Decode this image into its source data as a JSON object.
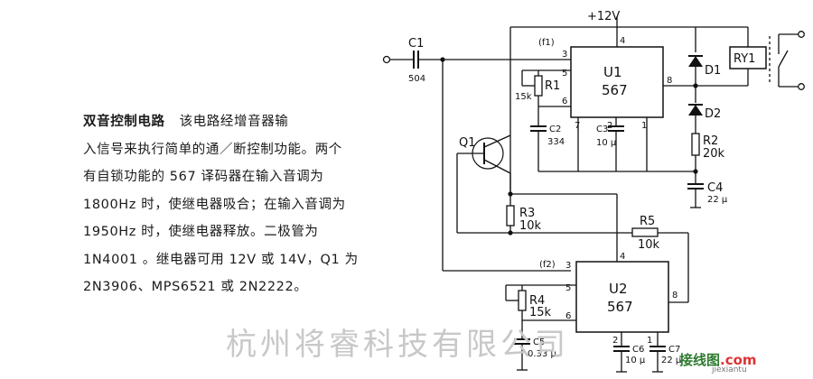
{
  "description": {
    "heading": "双音控制电路",
    "lines": [
      "该电路经增音器输",
      "入信号来执行简单的通／断控制功能。两个",
      "有自锁功能的 567 译码器在输入音调为",
      "1800Hz 时，使继电器吸合；在输入音调为",
      "1950Hz 时，使继电器释放。二极管为",
      "1N4001 。继电器可用 12V 或 14V，Q1 为",
      "2N3906、MPS6521 或 2N2222。"
    ]
  },
  "schematic": {
    "supply": "+12V",
    "input_cap": {
      "name": "C1",
      "value": "504"
    },
    "u1": {
      "name": "U1",
      "part": "567",
      "freq_tag": "(f1)",
      "pins": [
        "3",
        "4",
        "5",
        "6",
        "8",
        "7",
        "2",
        "1"
      ]
    },
    "u2": {
      "name": "U2",
      "part": "567",
      "freq_tag": "(f2)",
      "pins": [
        "3",
        "4",
        "5",
        "6",
        "8",
        "2",
        "1"
      ]
    },
    "r1": {
      "name": "R1",
      "value": "15k"
    },
    "r2": {
      "name": "R2",
      "value": "20k"
    },
    "r3": {
      "name": "R3",
      "value": "10k"
    },
    "r4": {
      "name": "R4",
      "value": "15k"
    },
    "r5": {
      "name": "R5",
      "value": "10k"
    },
    "c2": {
      "name": "C2",
      "value": "334"
    },
    "c3": {
      "name": "C3",
      "value": "10 μ"
    },
    "c4": {
      "name": "C4",
      "value": "22 μ"
    },
    "c5": {
      "name": "C5",
      "value": "0.33 μ"
    },
    "c6": {
      "name": "C6",
      "value": "10 μ"
    },
    "c7": {
      "name": "C7",
      "value": "22 μ"
    },
    "d1": "D1",
    "d2": "D2",
    "relay": "RY1",
    "q1": "Q1"
  },
  "watermark": "杭州将睿科技有限公司",
  "site": {
    "name": "接线图",
    "suffix": ".com",
    "url": "jiexiantu"
  }
}
